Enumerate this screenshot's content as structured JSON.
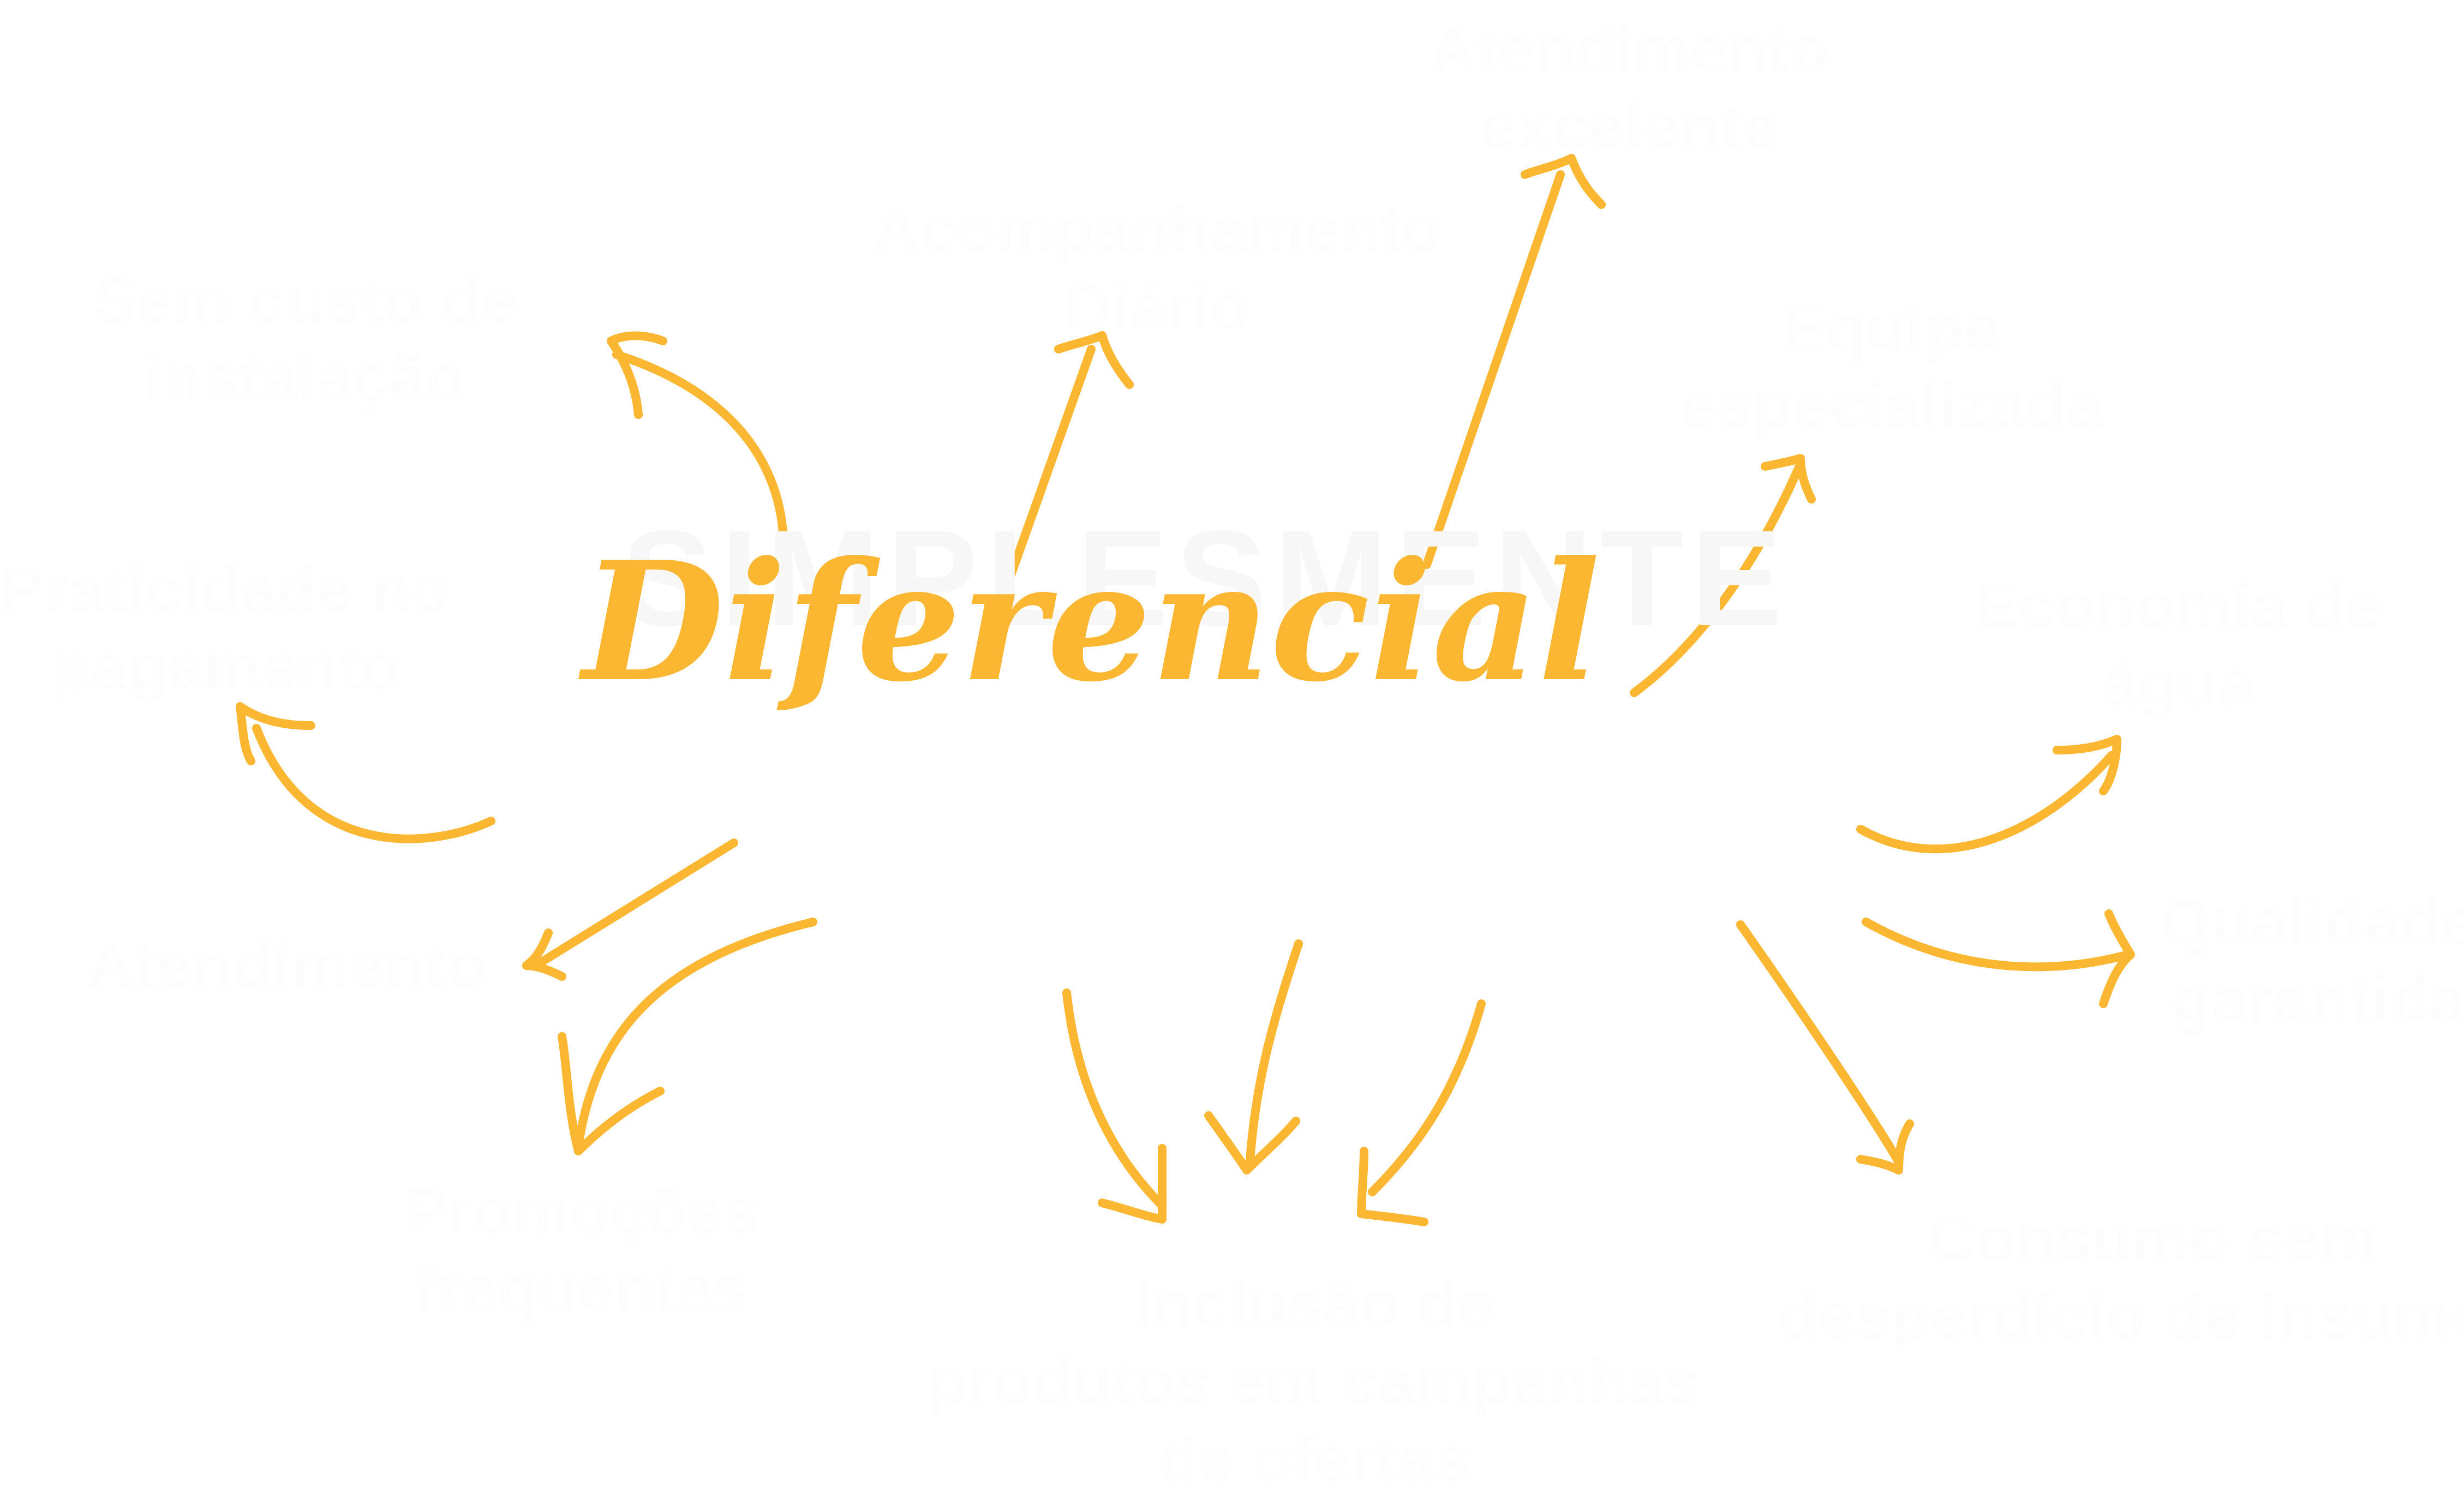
{
  "diagram": {
    "center_title": "SIMPLESMENTE",
    "center_script": "Diferencial",
    "accent_color": "#fbb731",
    "label_color": "#fdfdfd",
    "labels": [
      {
        "id": "top-far",
        "lines": [
          "Atendimento",
          "excelente"
        ]
      },
      {
        "id": "top-mid",
        "lines": [
          "Acompanhamento",
          "Diário"
        ]
      },
      {
        "id": "top-left",
        "lines": [
          "Sem custo de",
          "instalação"
        ]
      },
      {
        "id": "right-top",
        "lines": [
          "Equipe",
          "especializada"
        ]
      },
      {
        "id": "left-mid",
        "lines": [
          "Praticidade no",
          "pagamento"
        ]
      },
      {
        "id": "right-mid",
        "lines": [
          "Economia de",
          "água"
        ]
      },
      {
        "id": "left-low",
        "lines": [
          "Atendimento"
        ]
      },
      {
        "id": "right-low",
        "lines": [
          "Qualidade",
          "garantida"
        ]
      },
      {
        "id": "bottom-left",
        "lines": [
          "Promoções",
          "frequentes"
        ]
      },
      {
        "id": "bottom-mid",
        "lines": [
          "Inclusão de",
          "produtos em campanhas",
          "de ofertas"
        ]
      },
      {
        "id": "bottom-right",
        "lines": [
          "Consumo sem",
          "desperdício de insumos"
        ]
      }
    ]
  }
}
